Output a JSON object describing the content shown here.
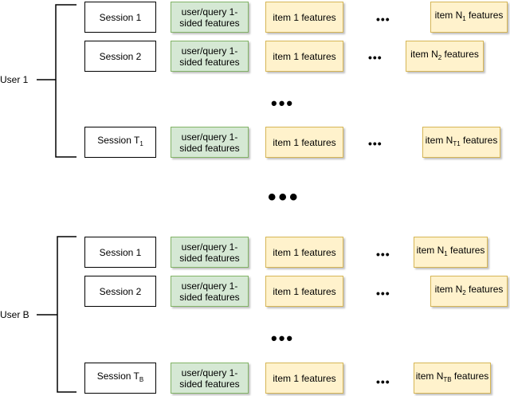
{
  "users": [
    {
      "label": "User 1",
      "sessions": [
        {
          "session": "Session 1",
          "query": "user/query 1-sided features",
          "first_item": "item 1 features",
          "last_item_prefix": "item N",
          "last_item_sub": "1",
          "last_item_suffix": " features"
        },
        {
          "session": "Session 2",
          "query": "user/query 1-sided features",
          "first_item": "item 1 features",
          "last_item_prefix": "item N",
          "last_item_sub": "2",
          "last_item_suffix": " features"
        },
        {
          "session_prefix": "Session T",
          "session_sub": "1",
          "query": "user/query 1-sided features",
          "first_item": "item 1 features",
          "last_item_prefix": "item N",
          "last_item_sub": "T1",
          "last_item_suffix": " features"
        }
      ]
    },
    {
      "label": "User B",
      "sessions": [
        {
          "session": "Session 1",
          "query": "user/query 1-sided features",
          "first_item": "item 1 features",
          "last_item_prefix": "item N",
          "last_item_sub": "1",
          "last_item_suffix": " features"
        },
        {
          "session": "Session 2",
          "query": "user/query 1-sided features",
          "first_item": "item 1 features",
          "last_item_prefix": "item N",
          "last_item_sub": "2",
          "last_item_suffix": " features"
        },
        {
          "session_prefix": "Session T",
          "session_sub": "B",
          "query": "user/query 1-sided features",
          "first_item": "item 1 features",
          "last_item_prefix": "item N",
          "last_item_sub": "TB",
          "last_item_suffix": " features"
        }
      ]
    }
  ],
  "ellipsis": "•••",
  "colors": {
    "query_fill": "#d5e8d4",
    "query_stroke": "#82b366",
    "item_fill": "#fff2cc",
    "item_stroke": "#d6b656",
    "session_fill": "#ffffff",
    "session_stroke": "#000000"
  }
}
